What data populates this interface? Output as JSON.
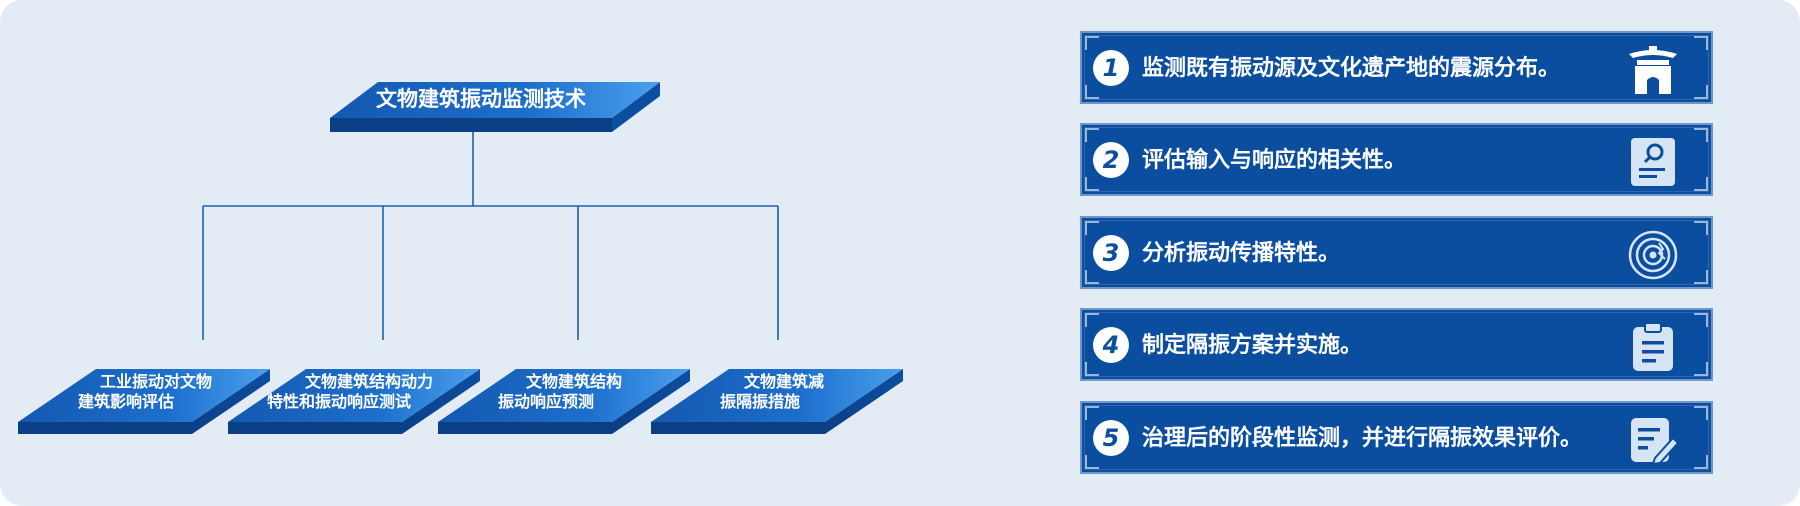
{
  "diagram": {
    "root": {
      "label": "文物建筑振动监测技术"
    },
    "children": [
      {
        "line1": "工业振动对文物",
        "line2": "建筑影响评估"
      },
      {
        "line1": "文物建筑结构动力",
        "line2": "特性和振动响应测试"
      },
      {
        "line1": "文物建筑结构",
        "line2": "振动响应预测"
      },
      {
        "line1": "文物建筑减",
        "line2": "振隔振措施"
      }
    ]
  },
  "steps": [
    {
      "number": "1",
      "text": "监测既有振动源及文化遗产地的震源分布。",
      "icon": "heritage-gate-icon"
    },
    {
      "number": "2",
      "text": "评估输入与响应的相关性。",
      "icon": "magnifier-report-icon"
    },
    {
      "number": "3",
      "text": "分析振动传播特性。",
      "icon": "vibration-radar-icon"
    },
    {
      "number": "4",
      "text": "制定隔振方案并实施。",
      "icon": "clipboard-icon"
    },
    {
      "number": "5",
      "text": "治理后的阶段性监测，并进行隔振效果评价。",
      "icon": "edit-document-icon"
    }
  ],
  "colors": {
    "background": "#e3ecf5",
    "box_top": "#1766c2",
    "box_top_light": "#3a8ee6",
    "box_side": "#0a3f86",
    "connector": "#1f5fb3",
    "step_fill": "#0b4ea0"
  }
}
